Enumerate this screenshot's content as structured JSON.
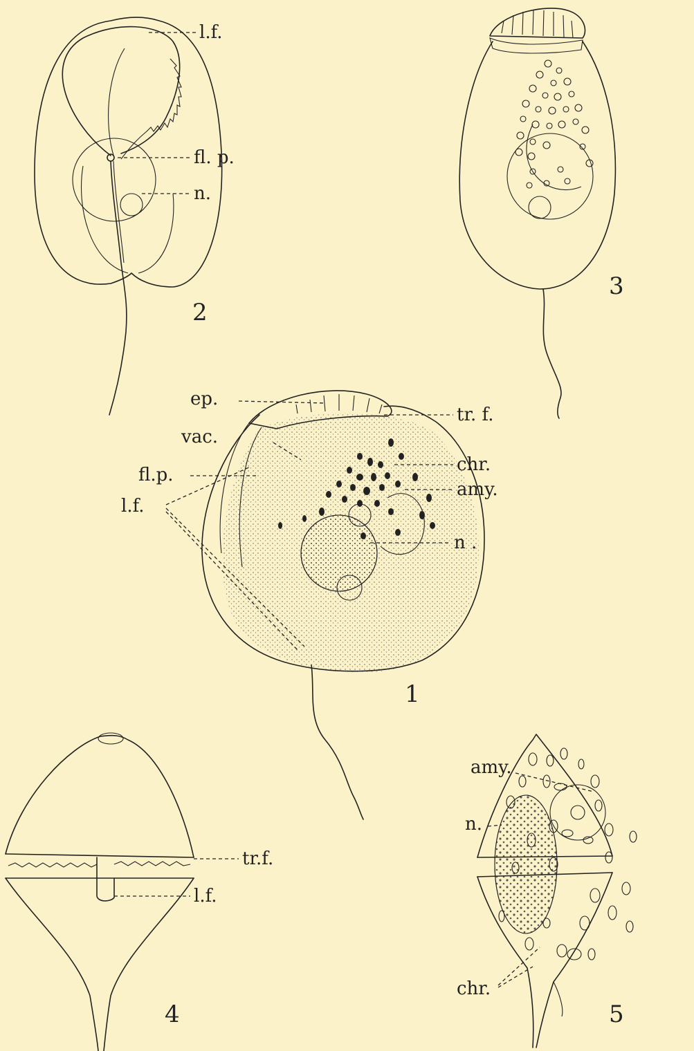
{
  "figures": [
    {
      "number": "1",
      "labels": [
        "ep.",
        "tr. f.",
        "vac.",
        "chr.",
        "fl.p.",
        "amy.",
        "l.f.",
        "n ."
      ]
    },
    {
      "number": "2",
      "labels": [
        "l.f.",
        "fl. p.",
        "n."
      ]
    },
    {
      "number": "3",
      "labels": []
    },
    {
      "number": "4",
      "labels": [
        "tr.f.",
        "l.f."
      ]
    },
    {
      "number": "5",
      "labels": [
        "amy.",
        "n.",
        "chr."
      ]
    }
  ]
}
